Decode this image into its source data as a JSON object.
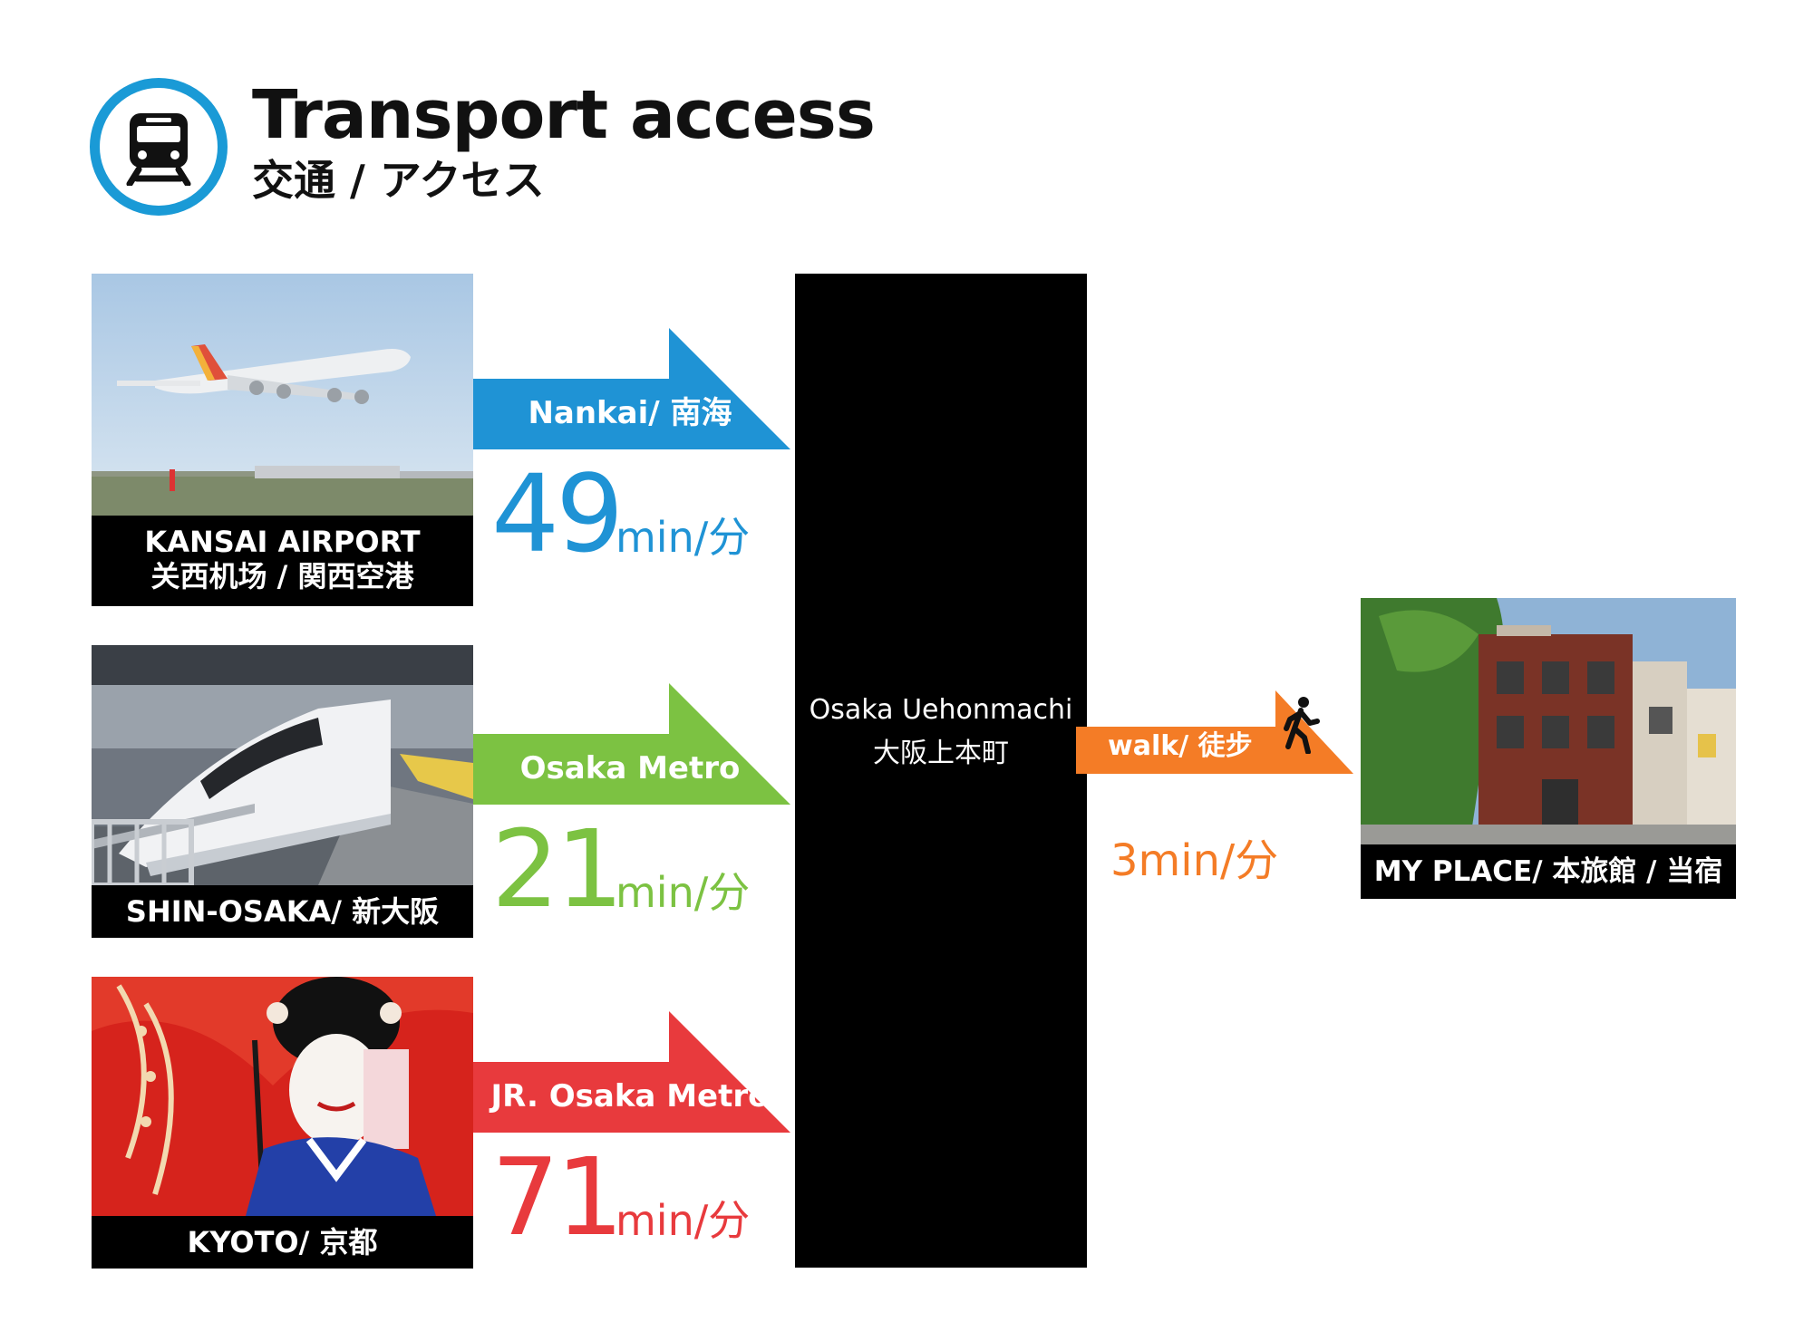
{
  "header": {
    "icon": "train-icon",
    "title": "Transport access",
    "subtitle": "交通 / アクセス"
  },
  "colors": {
    "nankai_blue": "#1f93d5",
    "metro_green": "#7cc242",
    "jr_red": "#e83a3d",
    "walk_orange": "#f47c26",
    "icon_ring": "#1a9ad6"
  },
  "routes": [
    {
      "origin": "KANSAI AIRPORT",
      "origin_sub": "关西机场 / 関西空港",
      "photo": "airplane-photo",
      "line": "Nankai/ 南海",
      "minutes": "49",
      "unit": "min/分",
      "color": "#1f93d5"
    },
    {
      "origin": "SHIN-OSAKA/ 新大阪",
      "photo": "bullet-train-photo",
      "line": "Osaka Metro",
      "minutes": "21",
      "unit": "min/分",
      "color": "#7cc242"
    },
    {
      "origin": "KYOTO/ 京都",
      "photo": "geisha-photo",
      "line": "JR. Osaka Metro",
      "minutes": "71",
      "unit": "min/分",
      "color": "#e83a3d"
    }
  ],
  "station": {
    "name_en": "Osaka Uehonmachi",
    "name_ja": "大阪上本町"
  },
  "walk": {
    "label": "walk/ 徒步",
    "icon": "walking-person-icon",
    "time": "3min/分",
    "color": "#f47c26"
  },
  "destination": {
    "label": "MY PLACE/ 本旅館 / 当宿",
    "photo": "street-buildings-photo"
  }
}
